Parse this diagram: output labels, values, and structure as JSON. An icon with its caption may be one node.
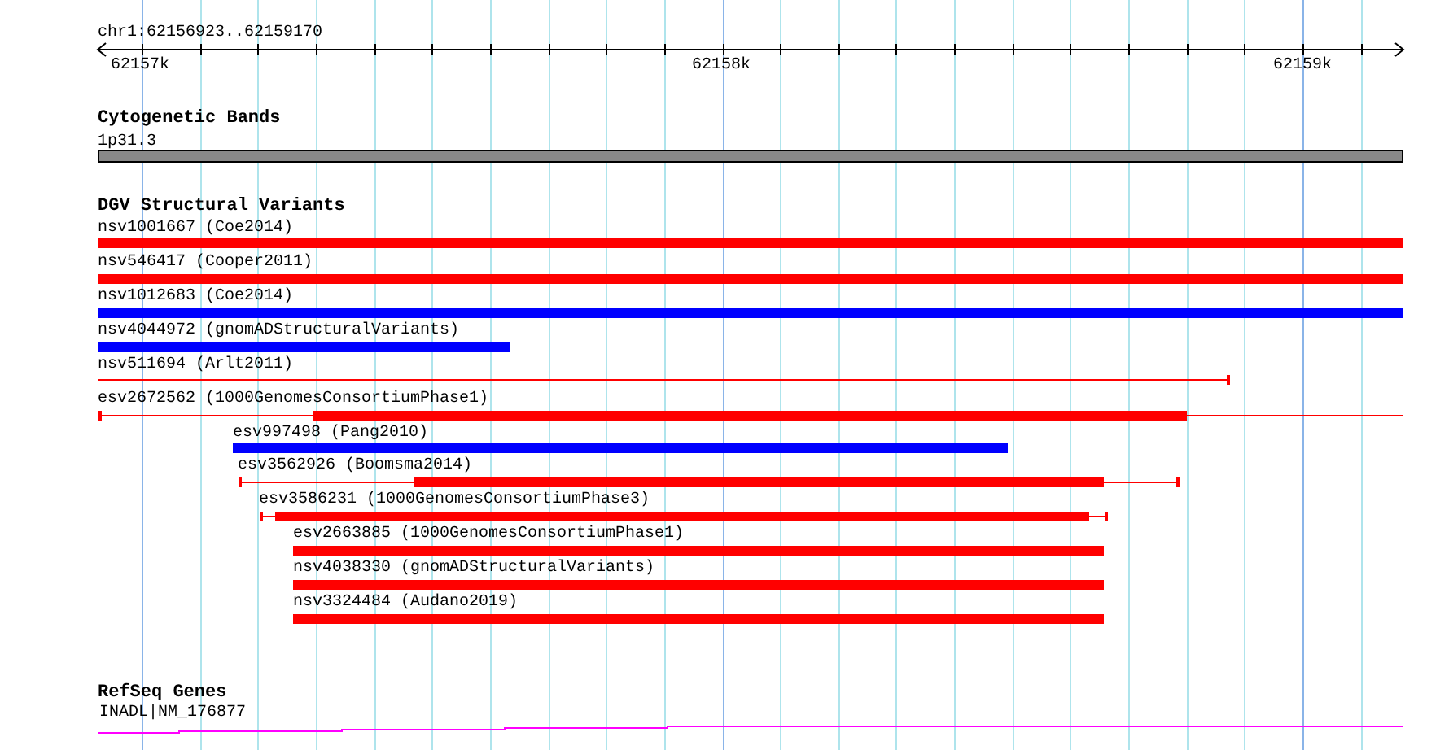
{
  "diagram": {
    "nodes": [
      {
        "text": [
          "1p31.3"
        ]
      },
      {
        "text": [
          "nsv1001667 (Coe2014)"
        ]
      },
      {
        "text": [
          "nsv546417 (Cooper2011)"
        ]
      },
      {
        "text": [
          "nsv1012683 (Coe2014)"
        ]
      },
      {
        "text": [
          "nsv4044972 (gnomADStructuralVariants)"
        ]
      },
      {
        "text": [
          "nsv511694 (Arlt2011)"
        ]
      },
      {
        "text": [
          "esv2672562 (1000GenomesConsortiumPhase1)"
        ]
      },
      {
        "text": [
          "esv997498 (Pang2010)"
        ]
      },
      {
        "text": [
          "esv3562926 (Boomsma2014)"
        ]
      },
      {
        "text": [
          "esv3586231 (1000GenomesConsortiumPhase3)"
        ]
      },
      {
        "text": [
          "esv2663885 (1000GenomesConsortiumPhase1)"
        ]
      },
      {
        "text": [
          "nsv4038330 (gnomADStructuralVariants)"
        ]
      },
      {
        "text": [
          "nsv3324484 (Audano2019)"
        ]
      },
      {
        "text": [
          "INADL|NM_176877"
        ]
      }
    ],
    "labels": [
      "chr1:62156923..62159170",
      "62157k",
      "62158k",
      "62159k",
      "Cytogenetic Bands",
      "DGV Structural Variants",
      "RefSeq Genes"
    ]
  }
}
